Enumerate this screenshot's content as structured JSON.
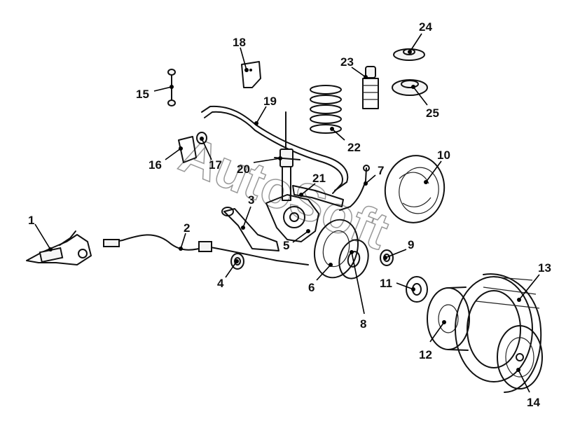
{
  "diagram": {
    "watermark": "AutoSoft",
    "callouts": [
      {
        "id": "1",
        "label": "1"
      },
      {
        "id": "2",
        "label": "2"
      },
      {
        "id": "3",
        "label": "3"
      },
      {
        "id": "4",
        "label": "4"
      },
      {
        "id": "5",
        "label": "5"
      },
      {
        "id": "6",
        "label": "6"
      },
      {
        "id": "7",
        "label": "7"
      },
      {
        "id": "8",
        "label": "8"
      },
      {
        "id": "9",
        "label": "9"
      },
      {
        "id": "10",
        "label": "10"
      },
      {
        "id": "11",
        "label": "11"
      },
      {
        "id": "12",
        "label": "12"
      },
      {
        "id": "13",
        "label": "13"
      },
      {
        "id": "14",
        "label": "14"
      },
      {
        "id": "15",
        "label": "15"
      },
      {
        "id": "16",
        "label": "16"
      },
      {
        "id": "17",
        "label": "17"
      },
      {
        "id": "18",
        "label": "18"
      },
      {
        "id": "19",
        "label": "19"
      },
      {
        "id": "20",
        "label": "20"
      },
      {
        "id": "21",
        "label": "21"
      },
      {
        "id": "22",
        "label": "22"
      },
      {
        "id": "23",
        "label": "23"
      },
      {
        "id": "24",
        "label": "24"
      },
      {
        "id": "25",
        "label": "25"
      }
    ]
  }
}
